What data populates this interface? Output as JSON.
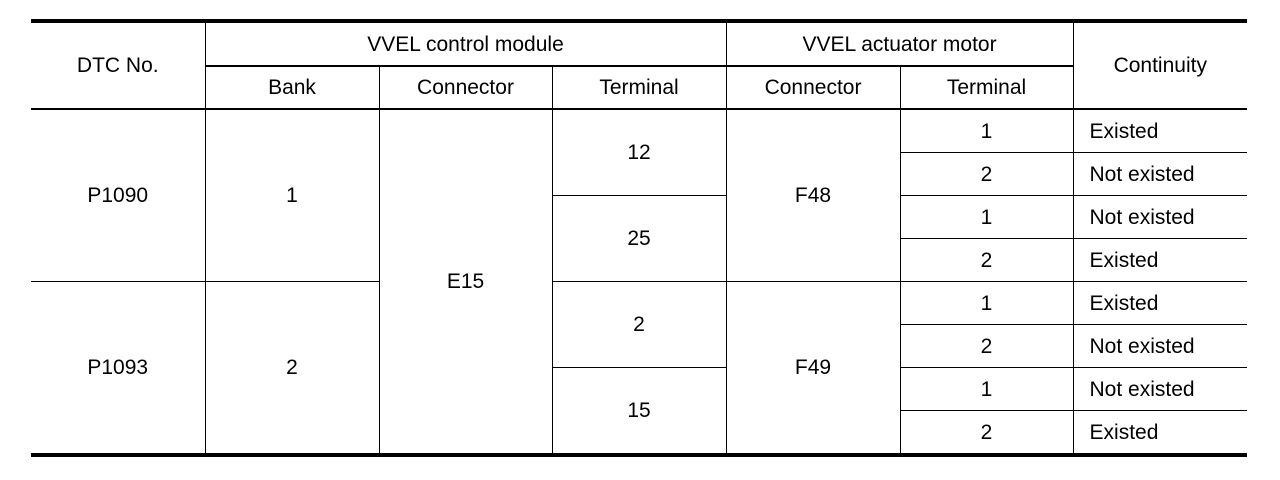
{
  "header": {
    "dtc_no": "DTC No.",
    "vvel_control_module": "VVEL control module",
    "vvel_actuator_motor": "VVEL actuator motor",
    "continuity": "Continuity",
    "bank": "Bank",
    "connector_ecm": "Connector",
    "terminal_ecm": "Terminal",
    "connector_motor": "Connector",
    "terminal_motor": "Terminal"
  },
  "groups": [
    {
      "dtc": "P1090",
      "bank": "1",
      "motor_connector": "F48",
      "pairs": [
        {
          "terminal": "12",
          "rows": [
            {
              "motor_terminal": "1",
              "continuity": "Existed"
            },
            {
              "motor_terminal": "2",
              "continuity": "Not existed"
            }
          ]
        },
        {
          "terminal": "25",
          "rows": [
            {
              "motor_terminal": "1",
              "continuity": "Not existed"
            },
            {
              "motor_terminal": "2",
              "continuity": "Existed"
            }
          ]
        }
      ]
    },
    {
      "dtc": "P1093",
      "bank": "2",
      "motor_connector": "F49",
      "pairs": [
        {
          "terminal": "2",
          "rows": [
            {
              "motor_terminal": "1",
              "continuity": "Existed"
            },
            {
              "motor_terminal": "2",
              "continuity": "Not existed"
            }
          ]
        },
        {
          "terminal": "15",
          "rows": [
            {
              "motor_terminal": "1",
              "continuity": "Not existed"
            },
            {
              "motor_terminal": "2",
              "continuity": "Existed"
            }
          ]
        }
      ]
    }
  ],
  "ecm_connector": "E15"
}
